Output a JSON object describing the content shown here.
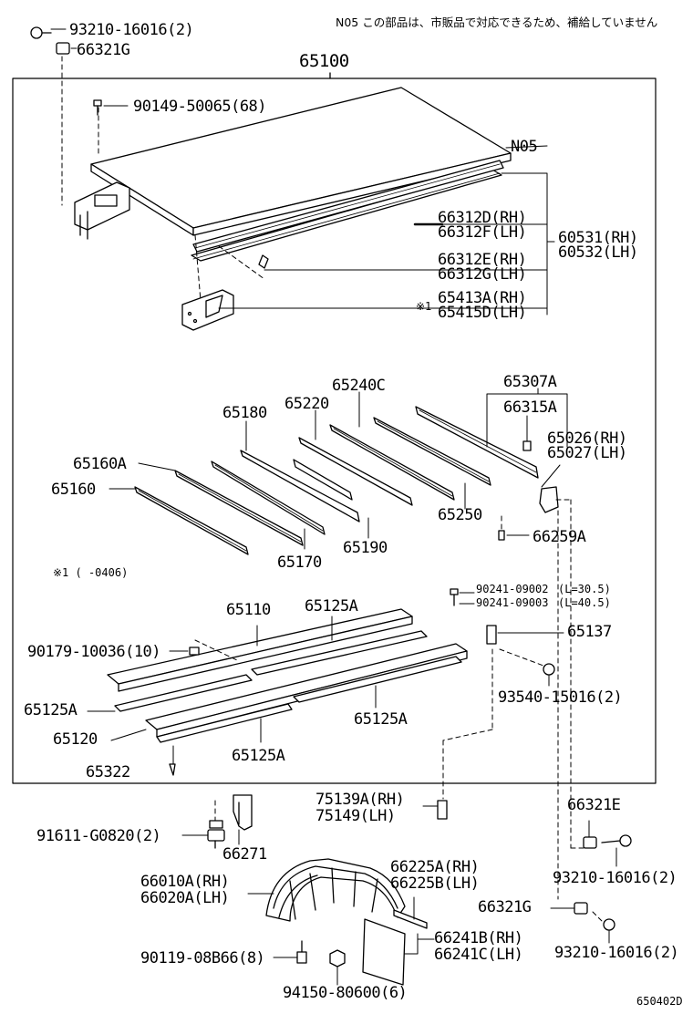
{
  "header_note": "N05  この部品は、市販品で対応できるため、補給していません",
  "footer_code": "650402D",
  "footnote_marker": "※1 (      -0406)",
  "labels": {
    "p93210_16016_top": "93210-16016(2)",
    "p66321G_top": "66321G",
    "p65100": "65100",
    "p90149": "90149-50065(68)",
    "pN05": "N05",
    "p66312D": "66312D(RH)",
    "p66312F": "66312F(LH)",
    "p60531": "60531(RH)",
    "p60532": "60532(LH)",
    "p66312E": "66312E(RH)",
    "p66312G": "66312G(LH)",
    "p65413A": "65413A(RH)",
    "p65415D": "65415D(LH)",
    "mark1": "※1",
    "p65307A": "65307A",
    "p65240C": "65240C",
    "p65220": "65220",
    "p65180": "65180",
    "p66315A": "66315A",
    "p65026": "65026(RH)",
    "p65027": "65027(LH)",
    "p65160A": "65160A",
    "p65160": "65160",
    "p65250": "65250",
    "p66259A": "66259A",
    "p65170": "65170",
    "p65190": "65190",
    "p90241_09002": "90241-09002",
    "p90241_09002_len": "(L=30.5)",
    "p90241_09003": "90241-09003",
    "p90241_09003_len": "(L=40.5)",
    "p65110": "65110",
    "p65125A_top": "65125A",
    "p65137": "65137",
    "p90179": "90179-10036(10)",
    "p93540": "93540-15016(2)",
    "p65125A_left": "65125A",
    "p65125A_right": "65125A",
    "p65120": "65120",
    "p65125A_bottom": "65125A",
    "p65322": "65322",
    "p75139A": "75139A(RH)",
    "p75149": "75149(LH)",
    "p66321E": "66321E",
    "p91611": "91611-G0820(2)",
    "p66271": "66271",
    "p93210_16016_mid": "93210-16016(2)",
    "p66225A": "66225A(RH)",
    "p66225B": "66225B(LH)",
    "p66010A": "66010A(RH)",
    "p66020A": "66020A(LH)",
    "p66321G_bottom": "66321G",
    "p66241B": "66241B(RH)",
    "p66241C": "66241C(LH)",
    "p90119": "90119-08B66(8)",
    "p93210_16016_bottom": "93210-16016(2)",
    "p94150": "94150-80600(6)"
  }
}
